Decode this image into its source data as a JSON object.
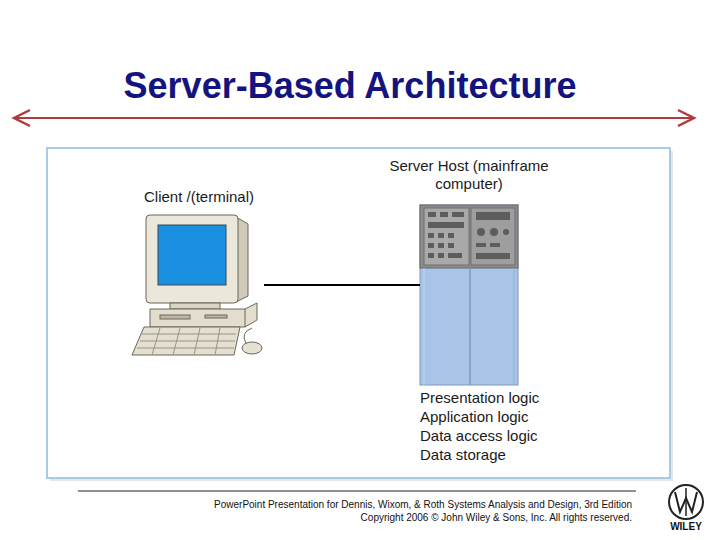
{
  "diagram": {
    "title": "Server-Based Architecture",
    "nodes": [
      {
        "text": [
          "Client /(terminal)"
        ]
      },
      {
        "text": [
          "Server Host (mainframe computer)",
          "Presentation logic",
          "Application logic",
          "Data access logic",
          "Data storage"
        ]
      }
    ],
    "edges": [
      {
        "from": 0,
        "to": 1,
        "arrow": "none"
      }
    ],
    "labels": [
      "PowerPoint Presentation for Dennis, Wixom, & Roth Systems Analysis and Design, 3rd Edition",
      "Copyright 2006 © John Wiley & Sons, Inc.  All rights reserved.",
      "WILEY"
    ]
  }
}
